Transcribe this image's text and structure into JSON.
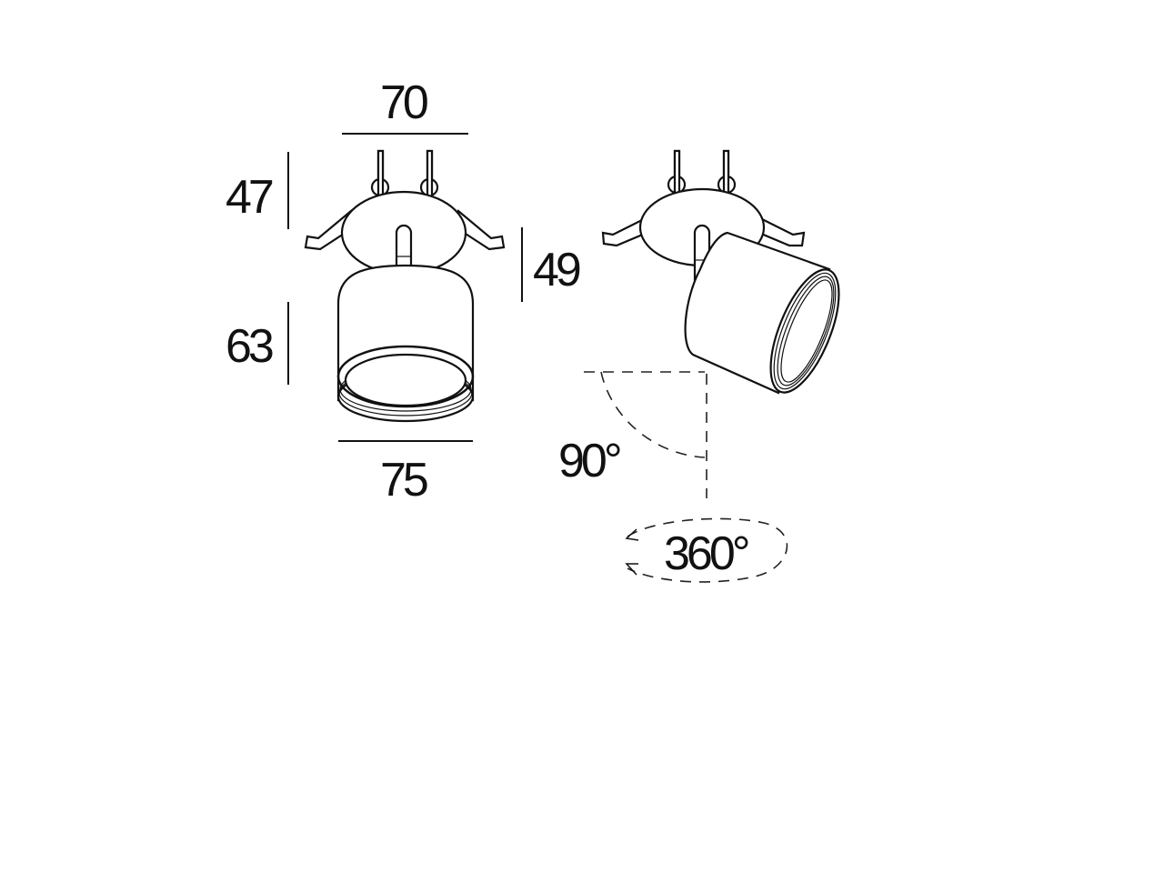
{
  "drawing": {
    "front_view": {
      "width_top": "70",
      "height_clip": "47",
      "height_spot": "63",
      "width_bottom": "75"
    },
    "side_view": {
      "height_offset": "49",
      "tilt_angle": "90°",
      "rotation_angle": "360°"
    },
    "colors": {
      "line": "#111111",
      "background": "#ffffff"
    }
  }
}
